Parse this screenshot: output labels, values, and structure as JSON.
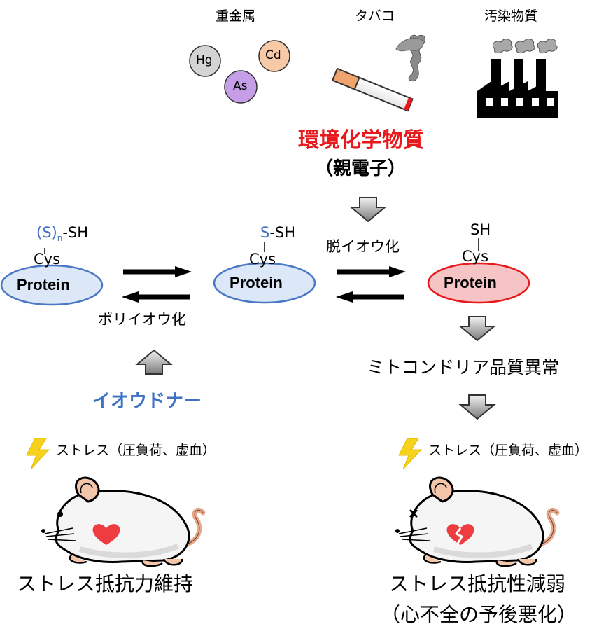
{
  "sources": {
    "heavy_metals": {
      "label": "重金属",
      "metals": [
        "Hg",
        "Cd",
        "As"
      ]
    },
    "tobacco": {
      "label": "タバコ"
    },
    "pollutants": {
      "label": "汚染物質"
    }
  },
  "environmental": {
    "title": "環境化学物質",
    "subtitle": "（親電子）"
  },
  "proteins": {
    "left": {
      "label": "Protein",
      "cys": "Cys",
      "group_prefix": "(S)",
      "group_subscript": "n",
      "group_suffix": "-SH"
    },
    "middle": {
      "label": "Protein",
      "cys": "Cys",
      "group_prefix": "S",
      "group_suffix": "-SH"
    },
    "right": {
      "label": "Protein",
      "cys": "Cys",
      "group": "SH"
    }
  },
  "processes": {
    "polysulfuration": "ポリイオウ化",
    "desulfuration": "脱イオウ化",
    "donor": "イオウドナー",
    "mito_quality": "ミトコンドリア品質異常"
  },
  "stress": {
    "left": "ストレス（圧負荷、虚血）",
    "right": "ストレス（圧負荷、虚血）"
  },
  "outcomes": {
    "left": "ストレス抵抗力維持",
    "right_line1": "ストレス抵抗性減弱",
    "right_line2": "（心不全の予後悪化）"
  },
  "colors": {
    "red": "#e8191c",
    "blue": "#3f72c4",
    "protein_fill": "#dce8f7",
    "protein_stroke": "#4a78c5",
    "protein_damaged_fill": "#f6c4c4",
    "protein_damaged_stroke": "#e8191c"
  }
}
